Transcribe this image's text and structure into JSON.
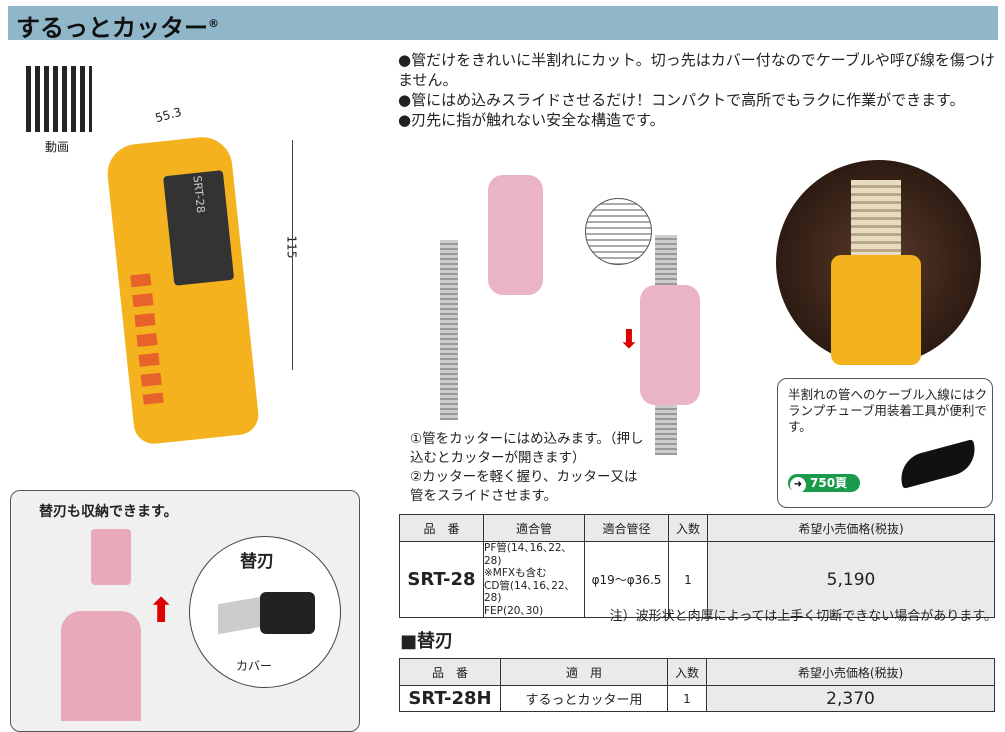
{
  "title": "するっとカッター",
  "title_mark": "®",
  "qr_label": "動画",
  "dims": {
    "width": "55.3",
    "height": "115"
  },
  "product_label": "SRT-28",
  "features": [
    "●管だけをきれいに半割れにカット。切っ先はカバー付なのでケーブルや呼び線を傷つけません。",
    "●管にはめ込みスライドさせるだけ！コンパクトで高所でもラクに作業ができます。",
    "●刃先に指が触れない安全な構造です。"
  ],
  "steps": [
    "①管をカッターにはめ込みます。（押し込むとカッターが開きます）",
    "②カッターを軽く握り、カッター又は管をスライドさせます。"
  ],
  "blade_box": {
    "caption": "替刃も収納できます。",
    "title": "替刃",
    "cover": "カバー"
  },
  "tip_box": {
    "text": "半割れの管へのケーブル入線にはクランプチューブ用装着工具が便利です。",
    "link": "750頁"
  },
  "table1": {
    "headers": [
      "品　番",
      "適合管",
      "適合管径",
      "入数",
      "希望小売価格(税抜)"
    ],
    "row": {
      "code": "SRT-28",
      "pipes": [
        "PF管(14､16､22､28)",
        "※MFXも含む",
        "CD管(14､16､22､28)",
        "FEP(20､30)"
      ],
      "diameter": "φ19～φ36.5",
      "qty": "1",
      "price": "5,190"
    }
  },
  "note": "注）波形状と肉厚によっては上手く切断できない場合があります。",
  "section2": "■替刃",
  "table2": {
    "headers": [
      "品　番",
      "適　用",
      "入数",
      "希望小売価格(税抜)"
    ],
    "row": {
      "code": "SRT-28H",
      "use": "するっとカッター用",
      "qty": "1",
      "price": "2,370"
    }
  }
}
